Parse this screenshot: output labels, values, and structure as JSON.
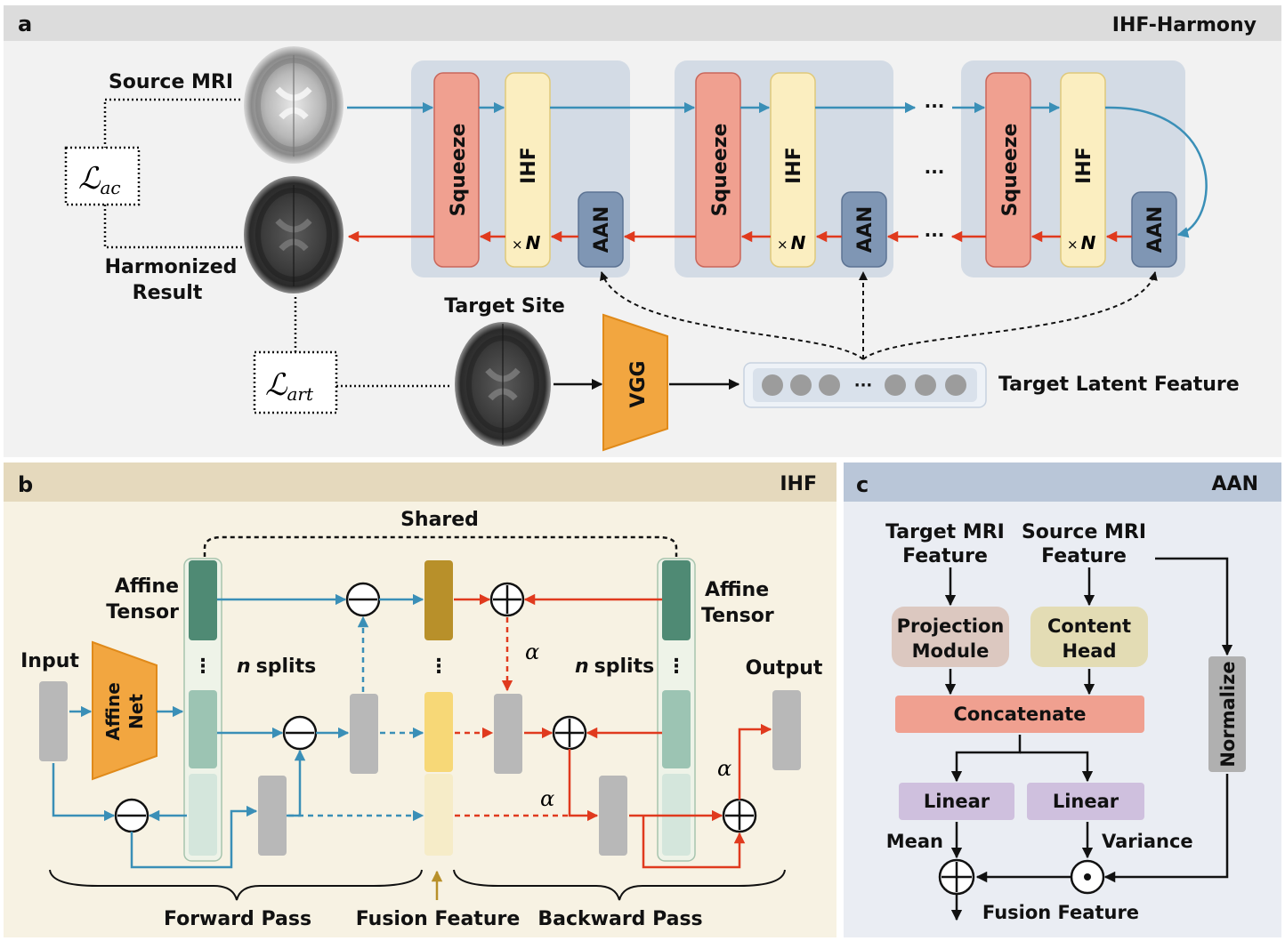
{
  "panel_a": {
    "letter": "a",
    "title": "IHF-Harmony",
    "source_mri": "Source MRI",
    "harmonized_1": "Harmonized",
    "harmonized_2": "Result",
    "target_site": "Target Site",
    "loss_ac_main": "ℒ",
    "loss_ac_sub": "ac",
    "loss_art_main": "ℒ",
    "loss_art_sub": "art",
    "squeeze": "Squeeze",
    "ihf": "IHF",
    "aan": "AAN",
    "times": "×",
    "n": "N",
    "dots": "···",
    "vgg": "VGG",
    "target_latent": "Target Latent Feature"
  },
  "panel_b": {
    "letter": "b",
    "title": "IHF",
    "shared": "Shared",
    "affine_tensor_1": "Affine",
    "affine_tensor_2": "Tensor",
    "input": "Input",
    "output": "Output",
    "affine_net_1": "Affine",
    "affine_net_2": "Net",
    "n_italic": "n",
    "splits": "splits",
    "alpha": "α",
    "vdots": "⋮",
    "forward_pass": "Forward Pass",
    "fusion_feature": "Fusion Feature",
    "backward_pass": "Backward Pass"
  },
  "panel_c": {
    "letter": "c",
    "title": "AAN",
    "target_mri_1": "Target MRI",
    "target_mri_2": "Feature",
    "source_mri_1": "Source MRI",
    "source_mri_2": "Feature",
    "projection_1": "Projection",
    "projection_2": "Module",
    "content_1": "Content",
    "content_2": "Head",
    "concatenate": "Concatenate",
    "linear_1": "Linear",
    "linear_2": "Linear",
    "normalize": "Normalize",
    "mean": "Mean",
    "variance": "Variance",
    "fusion_feature": "Fusion Feature"
  },
  "colors": {
    "blue_arrow": "#3a8fb7",
    "red_arrow": "#e03a1e",
    "squeeze_fill": "#f0a090",
    "ihf_fill": "#fbeec0",
    "aan_fill": "#7f96b4",
    "vgg_fill": "#f2a640",
    "panel_a_bg": "#f2f2f2",
    "panel_b_bg": "#f7f2e3",
    "panel_c_bg": "#eaedf3"
  }
}
